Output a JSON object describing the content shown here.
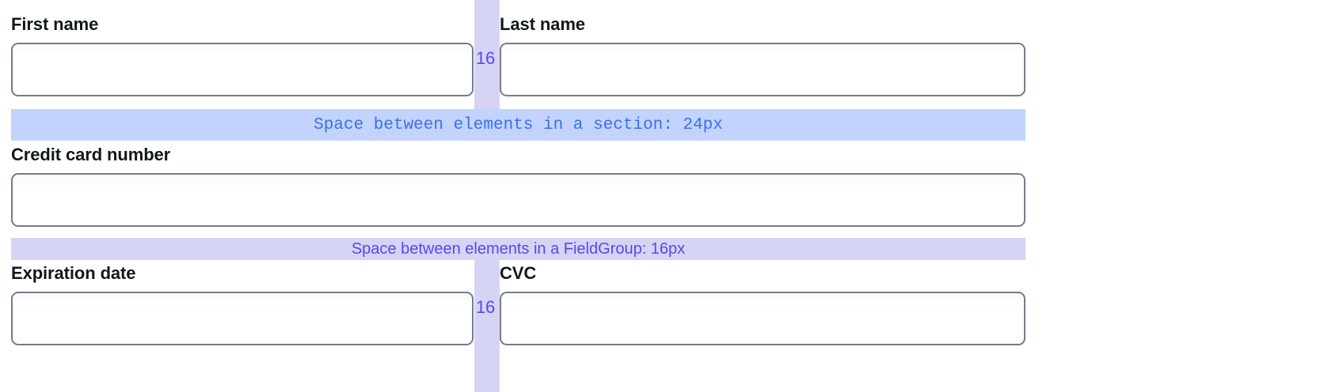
{
  "annotations": {
    "gutter_label": "16",
    "section_band": "Space between elements in a section: 24px",
    "fieldgroup_band": "Space between elements in a FieldGroup: 16px",
    "colors": {
      "section_band_bg": "#c2d4fd",
      "section_band_text": "#3b6fee",
      "fieldgroup_band_bg": "#d6d4f5",
      "fieldgroup_band_text": "#5b45f0",
      "gutter_bg": "#d6d4f5",
      "gutter_text": "#5b45f0",
      "input_border": "#767b8c",
      "label_text": "#11181c",
      "page_bg": "#ffffff"
    }
  },
  "form": {
    "rows": [
      {
        "fields": [
          {
            "label": "First name",
            "value": "",
            "placeholder": ""
          },
          {
            "label": "Last name",
            "value": "",
            "placeholder": ""
          }
        ]
      },
      {
        "fields": [
          {
            "label": "Credit card number",
            "value": "",
            "placeholder": ""
          }
        ]
      },
      {
        "fields": [
          {
            "label": "Expiration date",
            "value": "",
            "placeholder": ""
          },
          {
            "label": "CVC",
            "value": "",
            "placeholder": ""
          }
        ]
      }
    ]
  }
}
